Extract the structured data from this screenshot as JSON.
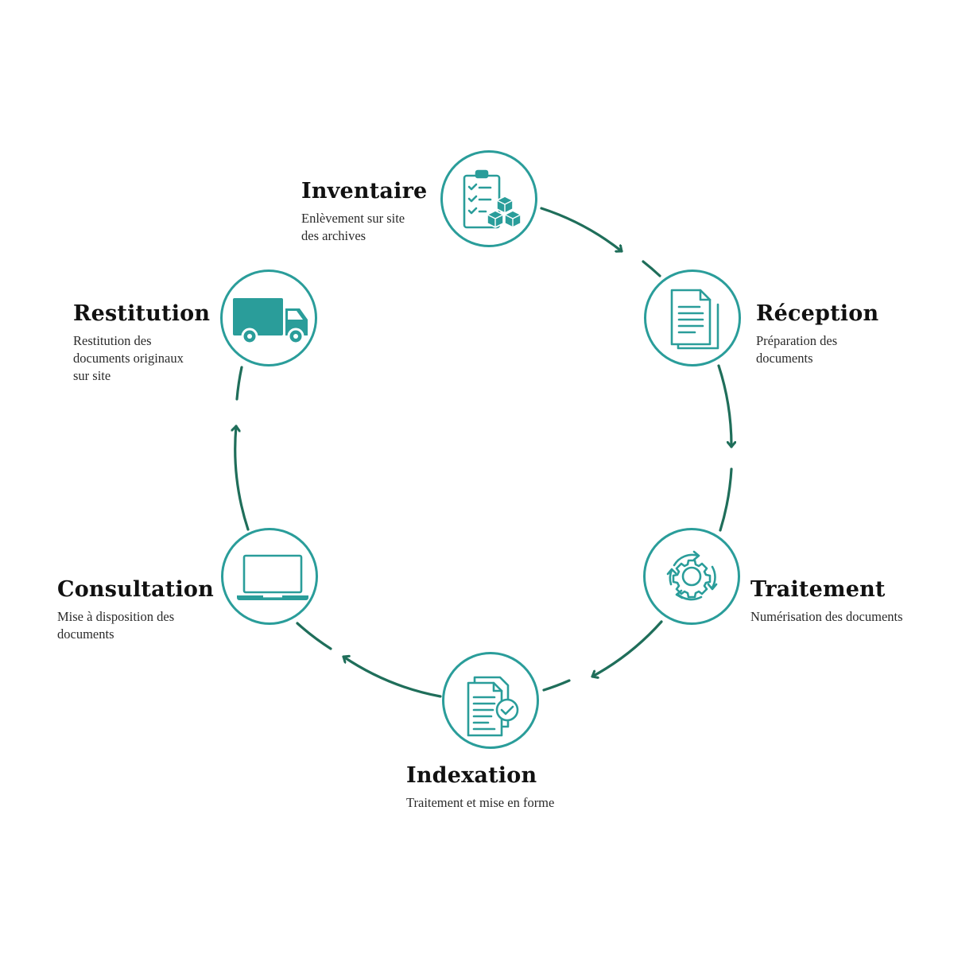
{
  "colors": {
    "accent": "#2a9d9a",
    "arrow": "#1f6e5a"
  },
  "steps": [
    {
      "key": "inventaire",
      "title": "Inventaire",
      "desc": "Enlèvement sur site\ndes archives",
      "icon": "clipboard-boxes-icon"
    },
    {
      "key": "reception",
      "title": "Réception",
      "desc": "Préparation des\ndocuments",
      "icon": "documents-icon"
    },
    {
      "key": "traitement",
      "title": "Traitement",
      "desc": "Numérisation des documents",
      "icon": "gear-cycle-icon"
    },
    {
      "key": "indexation",
      "title": "Indexation",
      "desc": "Traitement et mise en forme",
      "icon": "document-check-icon"
    },
    {
      "key": "consultation",
      "title": "Consultation",
      "desc": "Mise à disposition des\ndocuments",
      "icon": "laptop-icon"
    },
    {
      "key": "restitution",
      "title": "Restitution",
      "desc": "Restitution des\ndocuments originaux\nsur site",
      "icon": "truck-icon"
    }
  ]
}
